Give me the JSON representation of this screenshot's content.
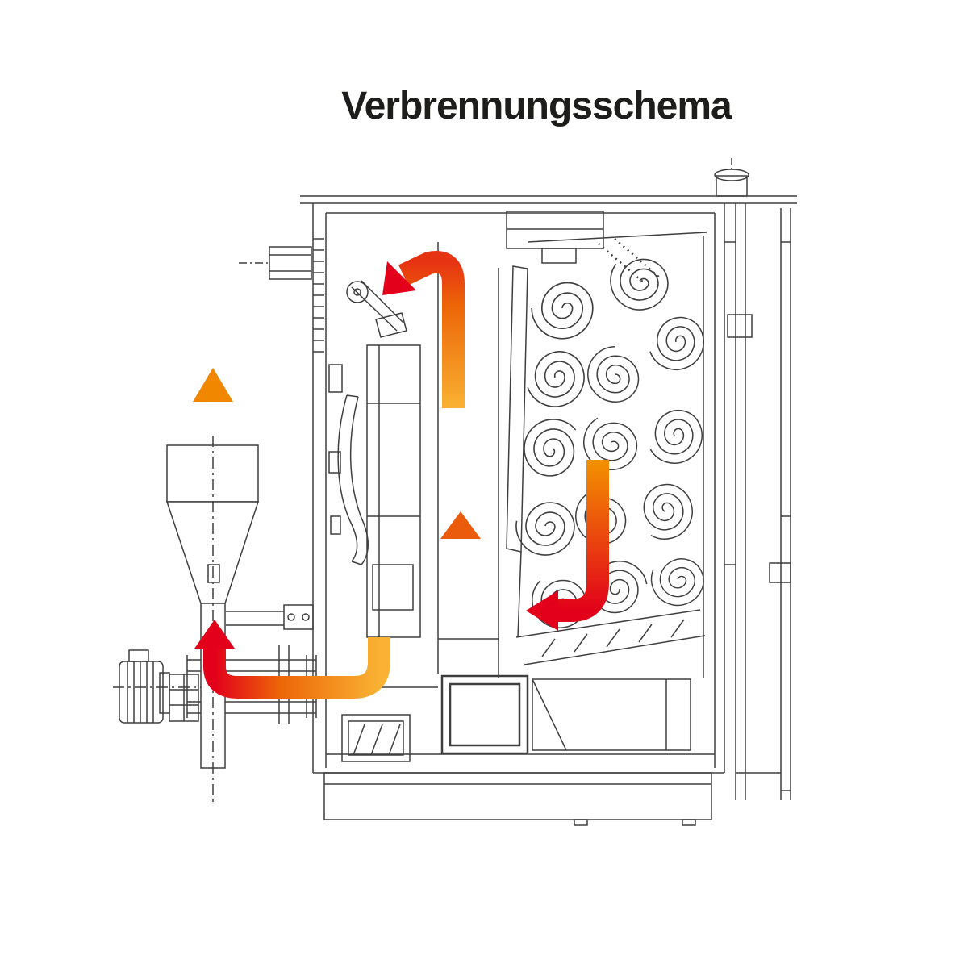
{
  "title": "Verbrennungsschema",
  "diagram": {
    "colors": {
      "line": "#3f3f3f",
      "title_color": "#1d1d1b",
      "arrow_yellow": "#f9b233",
      "arrow_orange": "#ec6608",
      "arrow_red": "#e2001a"
    },
    "arrows": [
      {
        "name": "flue-riser-arrow",
        "direction": "up-then-down-left",
        "color_from": "#f9b233",
        "color_to": "#e2001a"
      },
      {
        "name": "mid-chamber-arrow",
        "direction": "up",
        "color_from": "#f9b233",
        "color_to": "#ea5b0c"
      },
      {
        "name": "downpass-arrow",
        "direction": "down-then-left",
        "color_from": "#f39200",
        "color_to": "#e2001a"
      },
      {
        "name": "return-duct-arrow",
        "direction": "left-then-up",
        "color_from": "#f9b233",
        "color_to": "#e2001a"
      },
      {
        "name": "cyclone-exit-arrow",
        "direction": "up",
        "color_from": "#fbc14a",
        "color_to": "#f18700"
      }
    ]
  }
}
